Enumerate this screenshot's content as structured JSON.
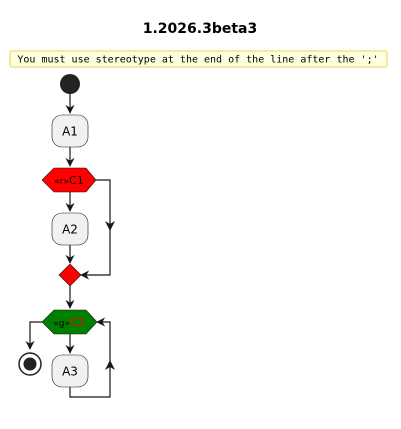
{
  "title": "1.2026.3beta3",
  "note": "You must use stereotype at the end of the line after the ';'",
  "activities": {
    "a1": "A1",
    "a2": "A2",
    "a3": "A3"
  },
  "if_condition": {
    "stereo": "«r»",
    "label": "C1"
  },
  "while_condition": {
    "stereo": "«g»",
    "label": "C2"
  },
  "colors": {
    "if_fill": "#FF0000",
    "while_fill": "#008000",
    "while_label": "#FF0000",
    "activity_fill": "#F1F1F1",
    "note_fill": "#FEFFDD",
    "note_border": "#F2E08E",
    "line": "#181818"
  }
}
